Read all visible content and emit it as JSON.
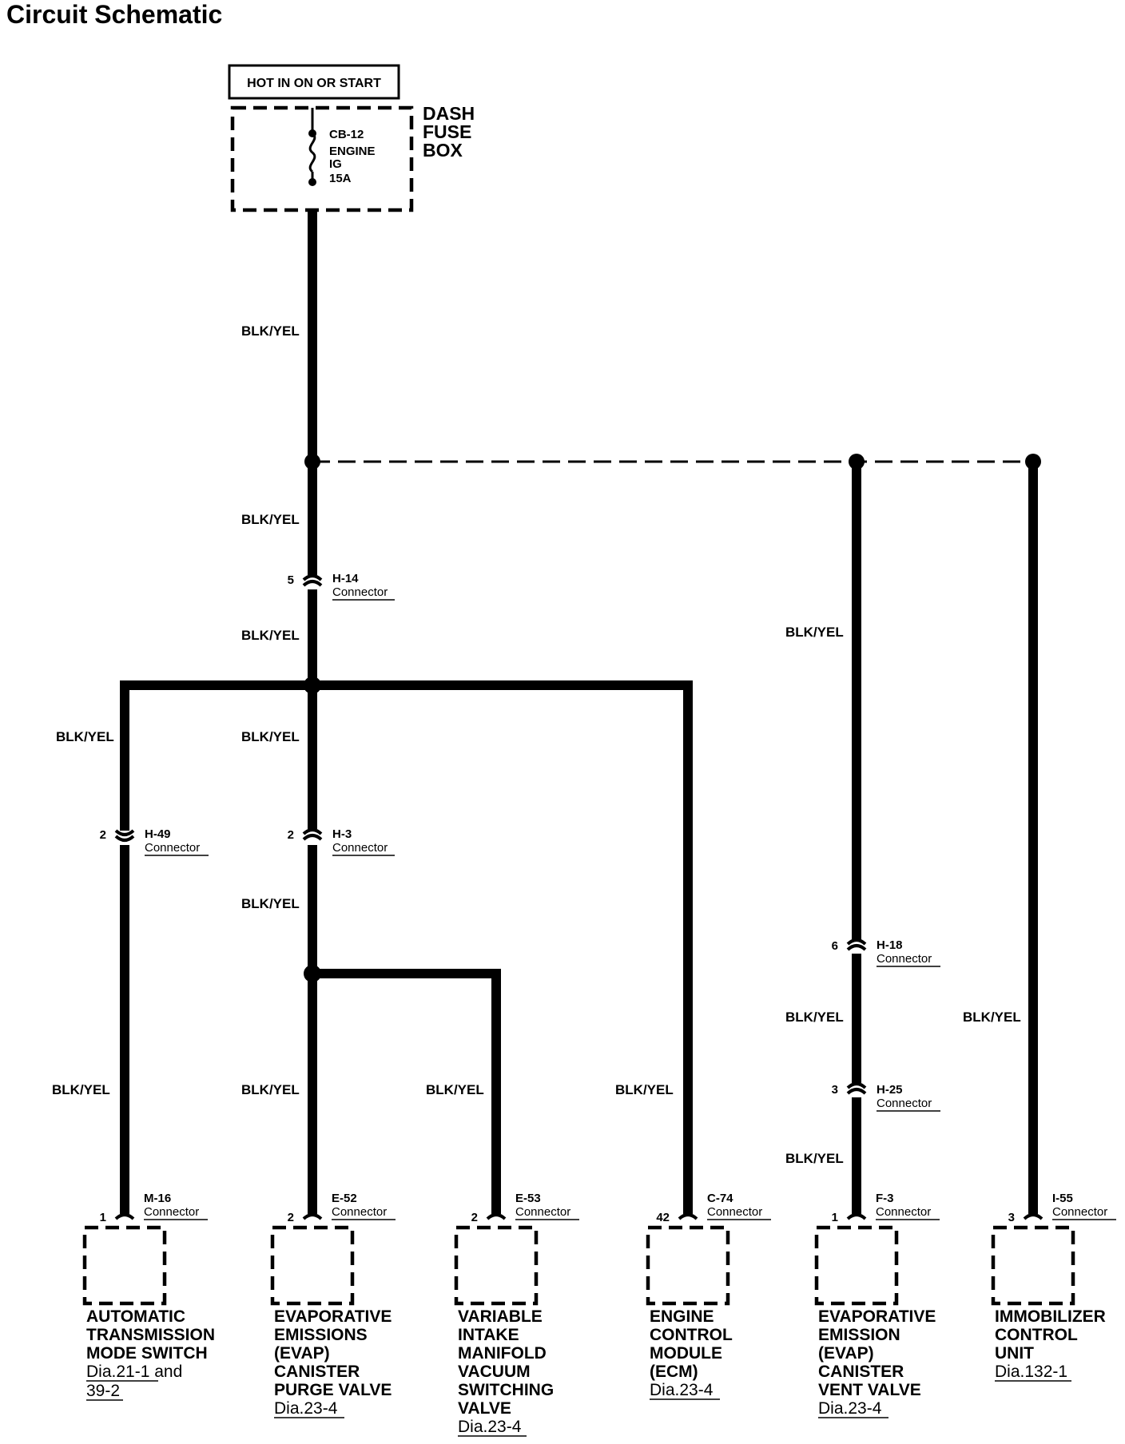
{
  "title": "Circuit Schematic",
  "power": {
    "source_label": "HOT IN ON OR START",
    "fuse_box": [
      "DASH",
      "FUSE",
      "BOX"
    ],
    "fuse": [
      "CB-12",
      "ENGINE",
      "IG",
      "15A"
    ]
  },
  "wire_color": "BLK/YEL",
  "connector_word": "Connector",
  "inline_connectors": {
    "h14": {
      "id": "H-14",
      "pin": "5"
    },
    "h49": {
      "id": "H-49",
      "pin": "2"
    },
    "h3": {
      "id": "H-3",
      "pin": "2"
    },
    "h18": {
      "id": "H-18",
      "pin": "6"
    },
    "h25": {
      "id": "H-25",
      "pin": "3"
    }
  },
  "components": [
    {
      "connector": "M-16",
      "pin": "1",
      "name": [
        "AUTOMATIC",
        "TRANSMISSION",
        "MODE SWITCH"
      ],
      "ref": [
        "Dia.21-1 and",
        "39-2"
      ]
    },
    {
      "connector": "E-52",
      "pin": "2",
      "name": [
        "EVAPORATIVE",
        "EMISSIONS",
        "(EVAP)",
        "CANISTER",
        "PURGE VALVE"
      ],
      "ref": [
        "Dia.23-4"
      ]
    },
    {
      "connector": "E-53",
      "pin": "2",
      "name": [
        "VARIABLE",
        "INTAKE",
        "MANIFOLD",
        "VACUUM",
        "SWITCHING",
        "VALVE"
      ],
      "ref": [
        "Dia.23-4"
      ]
    },
    {
      "connector": "C-74",
      "pin": "42",
      "name": [
        "ENGINE",
        "CONTROL",
        "MODULE",
        "(ECM)"
      ],
      "ref": [
        "Dia.23-4"
      ]
    },
    {
      "connector": "F-3",
      "pin": "1",
      "name": [
        "EVAPORATIVE",
        "EMISSION",
        "(EVAP)",
        "CANISTER",
        "VENT VALVE"
      ],
      "ref": [
        "Dia.23-4"
      ]
    },
    {
      "connector": "I-55",
      "pin": "3",
      "name": [
        "IMMOBILIZER",
        "CONTROL",
        "UNIT"
      ],
      "ref": [
        "Dia.132-1"
      ]
    }
  ]
}
